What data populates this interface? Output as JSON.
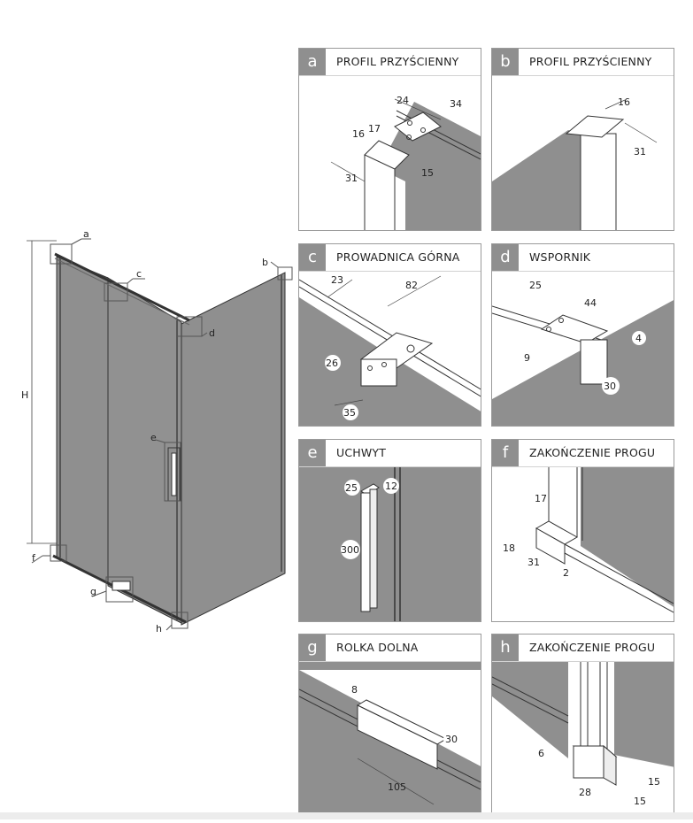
{
  "overview": {
    "height_label": "H",
    "callouts": [
      "a",
      "b",
      "c",
      "d",
      "e",
      "f",
      "g",
      "h"
    ]
  },
  "panels": [
    {
      "letter": "a",
      "title": "PROFIL PRZYŚCIENNY",
      "dims": [
        "24",
        "34",
        "16",
        "17",
        "31",
        "15"
      ]
    },
    {
      "letter": "b",
      "title": "PROFIL PRZYŚCIENNY",
      "dims": [
        "16",
        "31"
      ]
    },
    {
      "letter": "c",
      "title": "PROWADNICA GÓRNA",
      "dims": [
        "23",
        "82",
        "26",
        "35"
      ]
    },
    {
      "letter": "d",
      "title": "WSPORNIK",
      "dims": [
        "25",
        "44",
        "4",
        "9",
        "30"
      ]
    },
    {
      "letter": "e",
      "title": "UCHWYT",
      "dims": [
        "25",
        "12",
        "300"
      ]
    },
    {
      "letter": "f",
      "title": "ZAKOŃCZENIE PROGU",
      "dims": [
        "17",
        "18",
        "31",
        "2"
      ]
    },
    {
      "letter": "g",
      "title": "ROLKA DOLNA",
      "dims": [
        "8",
        "30",
        "105"
      ]
    },
    {
      "letter": "h",
      "title": "ZAKOŃCZENIE PROGU",
      "dims": [
        "6",
        "28",
        "15",
        "15"
      ]
    }
  ],
  "colors": {
    "glass": "#8d8d8d",
    "badge": "#8f8f8f",
    "line": "#333333"
  }
}
